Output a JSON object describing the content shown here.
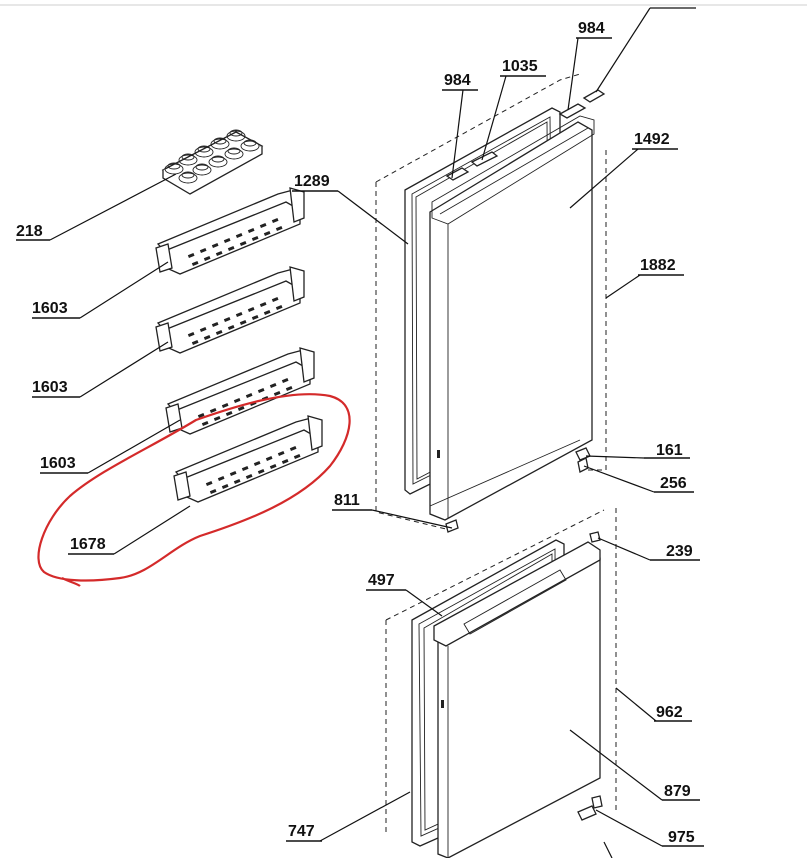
{
  "diagram": {
    "labels": {
      "l218": "218",
      "l1603a": "1603",
      "l1603b": "1603",
      "l1603c": "1603",
      "l1678": "1678",
      "l1289": "1289",
      "l984a": "984",
      "l984b": "984",
      "l1035": "1035",
      "l1492": "1492",
      "l1882": "1882",
      "l161": "161",
      "l256": "256",
      "l811": "811",
      "l239": "239",
      "l497": "497",
      "l962": "962",
      "l879": "879",
      "l747": "747",
      "l975": "975"
    },
    "highlight_color": "#d42a2a",
    "line_color": "#111111"
  }
}
